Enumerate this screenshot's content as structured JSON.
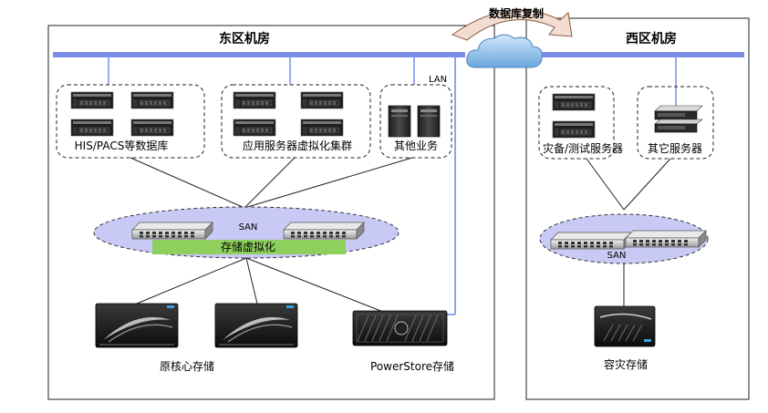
{
  "east": {
    "title": "东区机房",
    "groups": {
      "db_label": "HIS/PACS等数据库",
      "app_label": "应用服务器虚拟化集群",
      "other_label": "其他业务"
    },
    "lan_label": "LAN",
    "san_label": "SAN",
    "virtualization_label": "存储虚拟化",
    "core_storage_label": "原核心存储",
    "powerstore_label": "PowerStore存储"
  },
  "west": {
    "title": "西区机房",
    "groups": {
      "dr_label": "灾备/测试服务器",
      "other_label": "其它服务器"
    },
    "san_label": "SAN",
    "dr_storage_label": "容灾存储"
  },
  "replication_label": "数据库复制",
  "colors": {
    "lan_bus": "#7b8fe6",
    "san_fill": "#c9c9f5",
    "virtualization_bar": "#8fcf5e",
    "arrow_fill": "#f2ddd0",
    "arrow_stroke": "#8a5a44",
    "cloud": "#5b9bd5"
  }
}
